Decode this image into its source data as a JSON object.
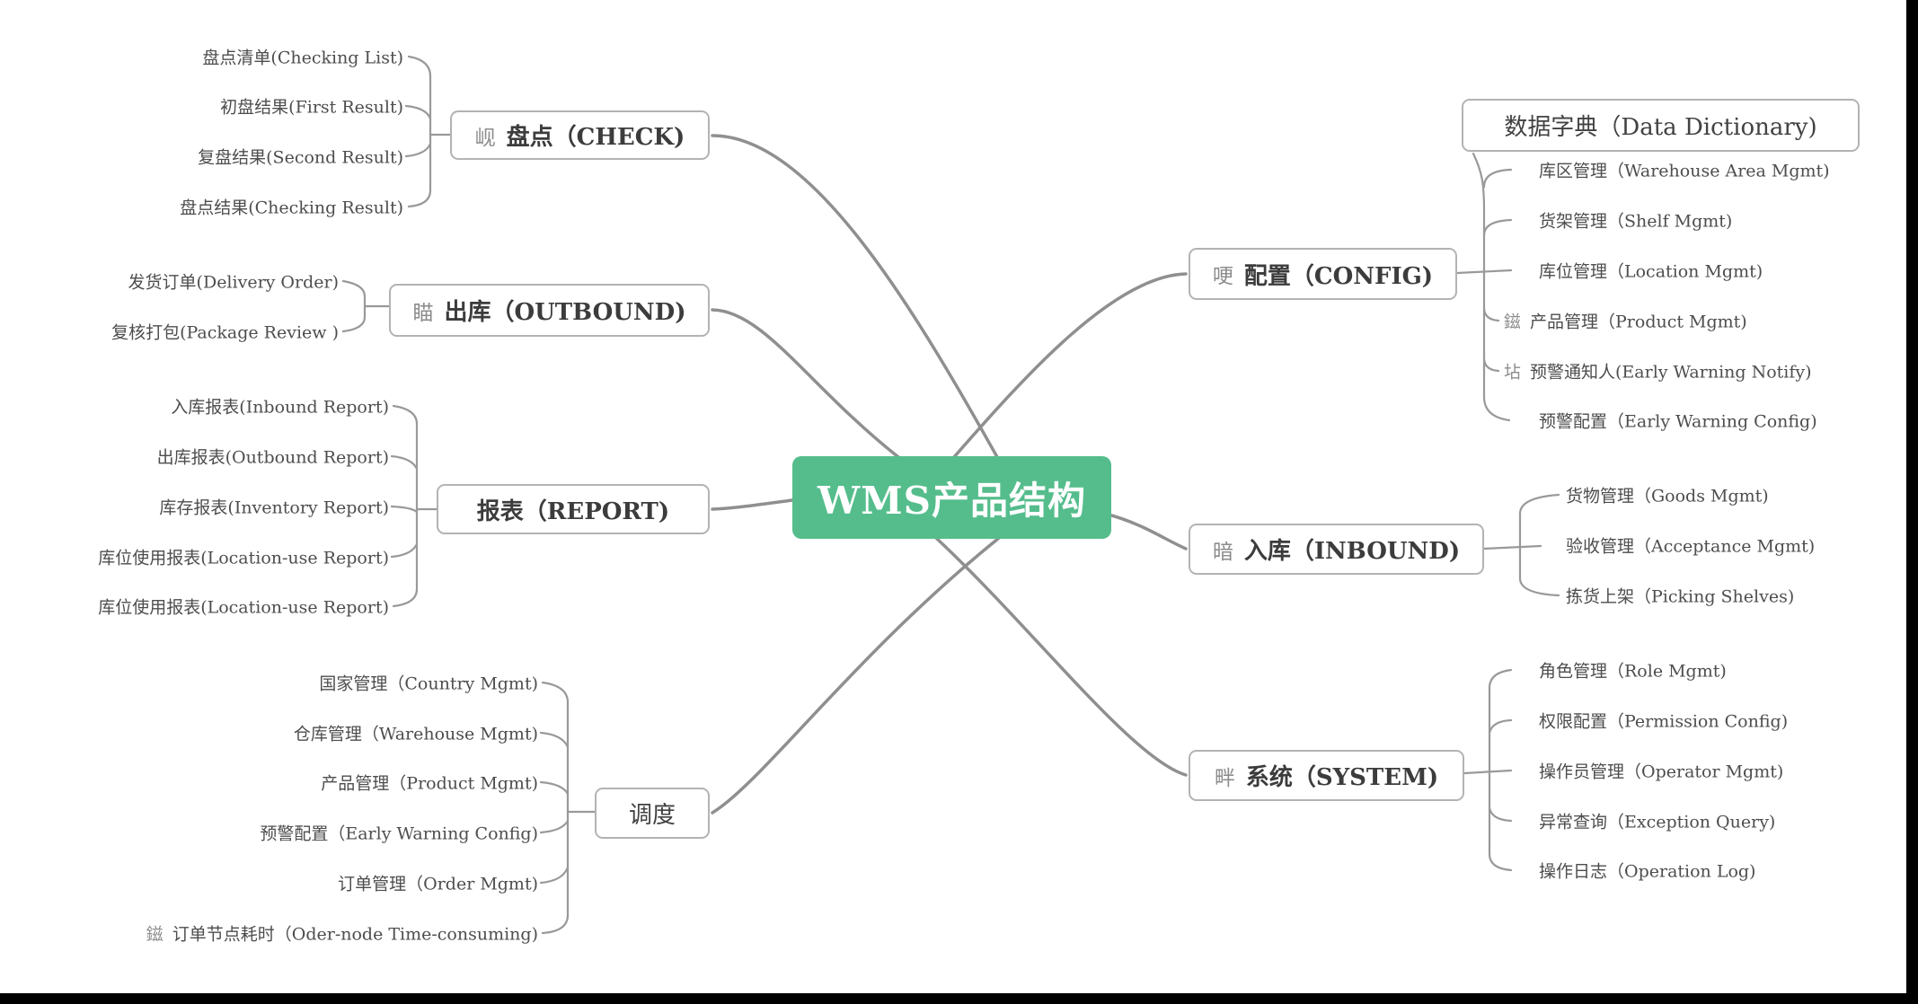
{
  "title": "WMS产品结构",
  "theme": {
    "center_bg": "#55bd8c",
    "center_text": "#ffffff",
    "connector": "#8f8f8f",
    "node_border": "#b3b3b3",
    "title_text": "#3c3c3c",
    "child_text": "#4d4d4d",
    "icon_text": "#8c8c8c",
    "letterbox": "#000000"
  },
  "center": {
    "label": "WMS产品结构"
  },
  "branches": {
    "check": {
      "icon": "岘",
      "title": "盘点（CHECK)",
      "children": [
        {
          "label": "盘点清单(Checking List)"
        },
        {
          "label": "初盘结果(First Result)"
        },
        {
          "label": "复盘结果(Second Result)"
        },
        {
          "label": "盘点结果(Checking Result)"
        }
      ]
    },
    "outbound": {
      "icon": "瞄",
      "title": "出库（OUTBOUND)",
      "children": [
        {
          "label": "发货订单(Delivery Order)"
        },
        {
          "label": "复核打包(Package Review )"
        }
      ]
    },
    "report": {
      "title": "报表（REPORT)",
      "children": [
        {
          "label": "入库报表(Inbound Report)"
        },
        {
          "label": "出库报表(Outbound Report)"
        },
        {
          "label": "库存报表(Inventory Report)"
        },
        {
          "label": "库位使用报表(Location-use Report)"
        },
        {
          "label": "库位使用报表(Location-use Report)"
        }
      ]
    },
    "dispatch": {
      "title": "调度",
      "children": [
        {
          "label": "国家管理（Country Mgmt)"
        },
        {
          "label": "仓库管理（Warehouse Mgmt)"
        },
        {
          "label": "产品管理（Product Mgmt)"
        },
        {
          "label": "预警配置（Early Warning Config)"
        },
        {
          "label": "订单管理（Order Mgmt)"
        },
        {
          "icon": "鎡",
          "label": "订单节点耗时（Oder-node Time-consuming)"
        }
      ]
    },
    "config": {
      "icon": "哽",
      "title": "配置（CONFIG)",
      "dictionary": "数据字典（Data Dictionary)",
      "children": [
        {
          "label": "库区管理（Warehouse Area Mgmt)"
        },
        {
          "label": "货架管理（Shelf Mgmt)"
        },
        {
          "label": "库位管理（Location Mgmt)"
        },
        {
          "icon": "鎡",
          "label": "产品管理（Product Mgmt)"
        },
        {
          "icon": "坫",
          "label": "预警通知人(Early Warning Notify)"
        },
        {
          "label": "预警配置（Early Warning Config)"
        }
      ]
    },
    "inbound": {
      "icon": "暗",
      "title": "入库（INBOUND)",
      "children": [
        {
          "label": "货物管理（Goods Mgmt)"
        },
        {
          "label": "验收管理（Acceptance Mgmt)"
        },
        {
          "label": "拣货上架（Picking Shelves)"
        }
      ]
    },
    "system": {
      "icon": "畔",
      "title": "系统（SYSTEM)",
      "children": [
        {
          "label": "角色管理（Role Mgmt)"
        },
        {
          "label": "权限配置（Permission Config)"
        },
        {
          "label": "操作员管理（Operator Mgmt)"
        },
        {
          "label": "异常查询（Exception Query)"
        },
        {
          "label": "操作日志（Operation Log)"
        }
      ]
    }
  }
}
